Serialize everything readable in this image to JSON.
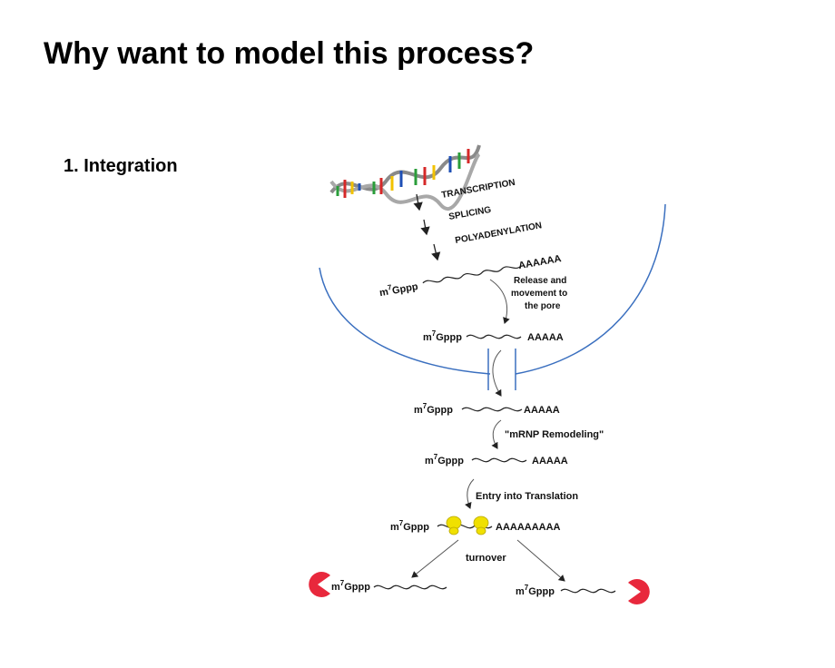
{
  "slide": {
    "title": "Why want to model this process?",
    "subtitle": "1. Integration"
  },
  "diagram": {
    "steps": [
      "TRANSCRIPTION",
      "SPLICING",
      "POLYADENYLATION"
    ],
    "cap": "m",
    "cap_sup": "7",
    "cap_rest": "Gppp",
    "tail_1": "AAAAAA",
    "tail_2": "AAAAA",
    "tail_3": "AAAAA",
    "tail_4": "AAAAA",
    "tail_5": "AAAAAAAAA",
    "release_line1": "Release and",
    "release_line2": "movement to",
    "release_line3": "the pore",
    "remodeling": "\"mRNP Remodeling\"",
    "translation": "Entry into Translation",
    "turnover": "turnover"
  },
  "colors": {
    "membrane": "#3a6fbf",
    "ribosome": "#f0e000",
    "exonuclease": "#e8283c"
  }
}
